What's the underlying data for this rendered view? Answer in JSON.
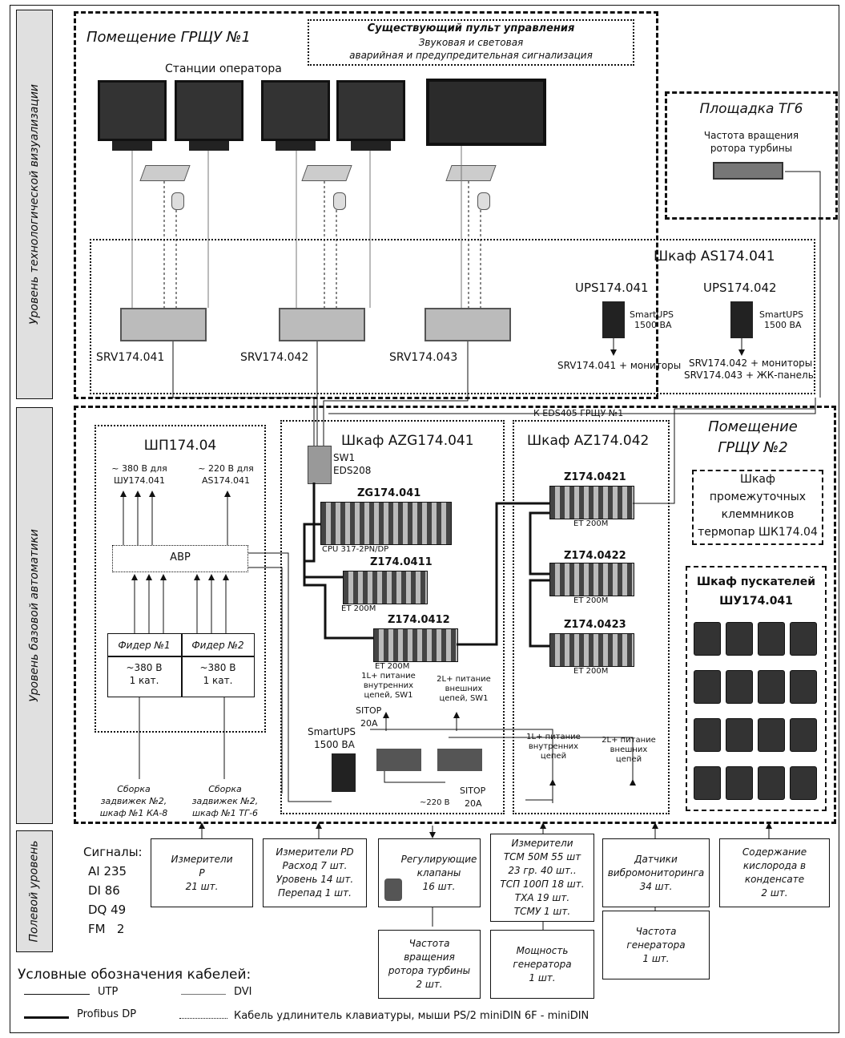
{
  "levels": {
    "visual": "Уровень технологической визуализации",
    "base": "Уровень базовой автоматики",
    "field": "Полевой уровень"
  },
  "room1": {
    "title": "Помещение ГРЩУ №1"
  },
  "existing_panel": {
    "title": "Существующий пульт управления",
    "line1": "Звуковая и световая",
    "line2": "аварийная и предупредительная сигнализация"
  },
  "operator_stations": "Станции оператора",
  "tg6": {
    "title": "Площадка ТГ6",
    "line1": "Частота вращения",
    "line2": "ротора турбины"
  },
  "as_cabinet": {
    "title": "Шкаф AS174.041",
    "servers": [
      "SRV174.041",
      "SRV174.042",
      "SRV174.043"
    ],
    "ups1": {
      "name": "UPS174.041",
      "model1": "SmartUPS",
      "model2": "1500 ВА",
      "load": "SRV174.041 + мониторы"
    },
    "ups2": {
      "name": "UPS174.042",
      "model1": "SmartUPS",
      "model2": "1500 ВА",
      "load1": "SRV174.042 + мониторы",
      "load2": "SRV174.043 + ЖК-панель"
    }
  },
  "eds_link": "К EDS405 ГРЩУ №1",
  "room2": {
    "line1": "Помещение",
    "line2": "ГРЩУ №2"
  },
  "shp": {
    "title": "ШП174.04",
    "out1a": "~ 380 В для",
    "out1b": "ШУ174.041",
    "out2a": "~ 220 В для",
    "out2b": "AS174.041",
    "avr": "АВР",
    "feeder1": {
      "name": "Фидер №1",
      "v": "~380 В",
      "cat": "1 кат."
    },
    "feeder2": {
      "name": "Фидер №2",
      "v": "~380 В",
      "cat": "1 кат."
    },
    "src1a": "Сборка",
    "src1b": "задвижек №2,",
    "src1c": "шкаф №1 КА-8",
    "src2a": "Сборка",
    "src2b": "задвижек №2,",
    "src2c": "шкаф №1 ТГ-6"
  },
  "azg": {
    "title": "Шкаф AZG174.041",
    "sw_name": "SW1",
    "sw_model": "EDS208",
    "zg": "ZG174.041",
    "cpu": "CPU 317-2PN/DP",
    "z411": "Z174.0411",
    "et1": "ET 200M",
    "z412": "Z174.0412",
    "et2": "ET 200M",
    "p1a": "1L+ питание",
    "p1b": "внутренних",
    "p1c": "цепей, SW1",
    "p2a": "2L+ питание",
    "p2b": "внешних",
    "p2c": "цепей, SW1",
    "sitop1": "SITOP",
    "sitop1b": "20A",
    "ups1": "SmartUPS",
    "ups2": "1500 ВА",
    "sitop2": "SITOP",
    "sitop2b": "20A",
    "ac220": "~220 В"
  },
  "az": {
    "title": "Шкаф AZ174.042",
    "z421": "Z174.0421",
    "z422": "Z174.0422",
    "z423": "Z174.0423",
    "et": "ET 200M",
    "p1a": "1L+ питание",
    "p1b": "внутренних",
    "p1c": "цепей",
    "p2a": "2L+ питание",
    "p2b": "внешних",
    "p2c": "цепей"
  },
  "wk": {
    "l1": "Шкаф",
    "l2": "промежуточных",
    "l3": "клеммников",
    "l4": "термопар ШК174.04"
  },
  "shu": {
    "l1": "Шкаф пускателей",
    "l2": "ШУ174.041"
  },
  "signals": {
    "title": "Сигналы:",
    "ai": "AI 235",
    "di": "DI 86",
    "dq": "DQ 49",
    "fm": "FM   2"
  },
  "field_boxes": [
    {
      "lines": [
        "Измерители",
        "P",
        "21 шт."
      ]
    },
    {
      "lines": [
        "Измерители PD",
        "Расход 7 шт.",
        "Уровень 14 шт.",
        "Перепад 1 шт."
      ]
    },
    {
      "lines": [
        "Регулирующие",
        "клапаны",
        "16 шт."
      ]
    },
    {
      "lines": [
        "Измерители",
        "ТСМ 50М 55 шт",
        "23 гр. 40 шт..",
        "ТСП 100П 18 шт.",
        "ТХА 19 шт.",
        "ТСМУ 1 шт."
      ]
    },
    {
      "lines": [
        "Датчики",
        "вибромониторинга",
        "34 шт."
      ]
    },
    {
      "lines": [
        "Содержание",
        "кислорода в",
        "конденсате",
        "2 шт."
      ]
    },
    {
      "lines": [
        "Частота",
        "вращения",
        "ротора турбины",
        "2 шт."
      ]
    },
    {
      "lines": [
        "Мощность",
        "генератора",
        "1 шт."
      ]
    },
    {
      "lines": [
        "Частота",
        "генератора",
        "1 шт."
      ]
    }
  ],
  "legend": {
    "title": "Условные обозначения кабелей:",
    "utp": "UTP",
    "dvi": "DVI",
    "profibus": "Profibus DP",
    "ps2": "Кабель удлинитель клавиатуры, мыши PS/2 miniDIN 6F - miniDIN"
  }
}
